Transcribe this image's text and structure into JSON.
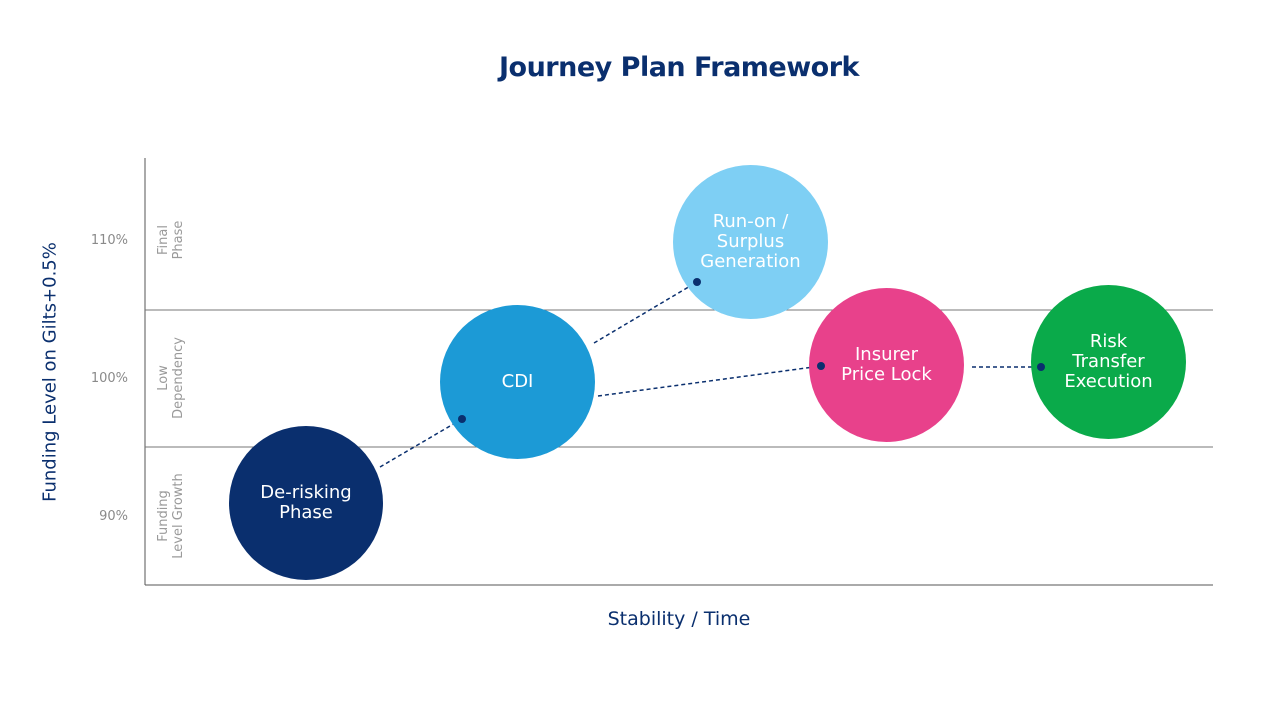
{
  "title": "Journey Plan Framework",
  "axes": {
    "y_label": "Funding Level on Gilts+0.5%",
    "x_label": "Stability / Time",
    "y_ticks": [
      "110%",
      "100%",
      "90%"
    ]
  },
  "bands": [
    {
      "line1": "Final",
      "line2": "Phase"
    },
    {
      "line1": "Low",
      "line2": "Dependency"
    },
    {
      "line1": "Funding",
      "line2": "Level Growth"
    }
  ],
  "stages": [
    {
      "label": "De-risking\nPhase",
      "color": "#0a2f6e"
    },
    {
      "label": "CDI",
      "color": "#1c9ad6"
    },
    {
      "label": "Run-on /\nSurplus\nGeneration",
      "color": "#7ecff4"
    },
    {
      "label": "Insurer\nPrice Lock",
      "color": "#e8418b"
    },
    {
      "label": "Risk\nTransfer\nExecution",
      "color": "#0aaa4a"
    }
  ],
  "colors": {
    "axis": "#555555",
    "connector": "#0a2f6e",
    "text": "#0a2f6e"
  }
}
